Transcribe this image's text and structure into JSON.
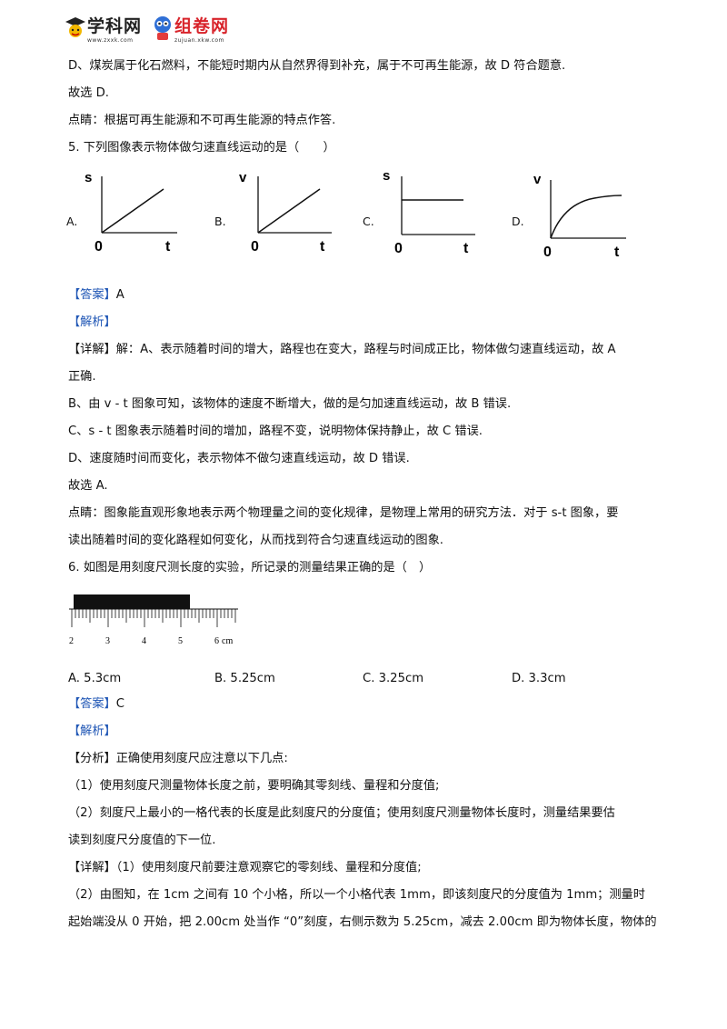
{
  "header": {
    "logo1_text": "学科网",
    "logo1_sub": "www.zxxk.com",
    "logo2_text": "组卷网",
    "logo2_sub": "zujuan.xkw.com"
  },
  "lines_top": [
    "D、煤炭属于化石燃料，不能短时期内从自然界得到补充，属于不可再生能源，故 D 符合题意.",
    "故选 D.",
    "点睛：根据可再生能源和不可再生能源的特点作答.",
    "5. 下列图像表示物体做匀速直线运动的是（　　）"
  ],
  "q5_graphs": [
    {
      "label": "A.",
      "y_axis": "s",
      "x_axis": "t",
      "origin": "0"
    },
    {
      "label": "B.",
      "y_axis": "v",
      "x_axis": "t",
      "origin": "0"
    },
    {
      "label": "C.",
      "y_axis": "s",
      "x_axis": "t",
      "origin": "0"
    },
    {
      "label": "D.",
      "y_axis": "v",
      "x_axis": "t",
      "origin": "0"
    }
  ],
  "q5_answer_tag": "【答案】",
  "q5_answer": "A",
  "q5_analysis_tag": "【解析】",
  "q5_detail_tag": "【详解】",
  "q5_detail_lines": [
    "解：A、表示随着时间的增大，路程也在变大，路程与时间成正比，物体做匀速直线运动，故 A",
    "正确.",
    "B、由 v - t 图象可知，该物体的速度不断增大，做的是匀加速直线运动，故 B 错误.",
    "C、s - t 图象表示随着时间的增加，路程不变，说明物体保持静止，故 C 错误.",
    "D、速度随时间而变化，表示物体不做匀速直线运动，故 D 错误.",
    "故选 A.",
    "点睛：图象能直观形象地表示两个物理量之间的变化规律，是物理上常用的研究方法．对于 s-t 图象，要",
    "读出随着时间的变化路程如何变化，从而找到符合匀速直线运动的图象."
  ],
  "q6_question": "6. 如图是用刻度尺测长度的实验，所记录的测量结果正确的是（　）",
  "ruler": {
    "labels": [
      "2",
      "3",
      "4",
      "5",
      "6"
    ],
    "unit": "cm"
  },
  "q6_options": [
    "A. 5.3cm",
    "B. 5.25cm",
    "C. 3.25cm",
    "D. 3.3cm"
  ],
  "q6_answer_tag": "【答案】",
  "q6_answer": "C",
  "q6_analysis_tag": "【解析】",
  "q6_fenxi_tag": "【分析】",
  "q6_fenxi_lines": [
    "正确使用刻度尺应注意以下几点:",
    "（1）使用刻度尺测量物体长度之前，要明确其零刻线、量程和分度值;",
    "（2）刻度尺上最小的一格代表的长度是此刻度尺的分度值；使用刻度尺测量物体长度时，测量结果要估",
    "读到刻度尺分度值的下一位."
  ],
  "q6_detail_tag": "【详解】",
  "q6_detail_lines": [
    "（1）使用刻度尺前要注意观察它的零刻线、量程和分度值;",
    "（2）由图知，在 1cm 之间有 10 个小格，所以一个小格代表 1mm，即该刻度尺的分度值为 1mm；测量时",
    "起始端没从 0 开始，把 2.00cm 处当作 “0”刻度，右侧示数为 5.25cm，减去 2.00cm 即为物体长度，物体的"
  ]
}
